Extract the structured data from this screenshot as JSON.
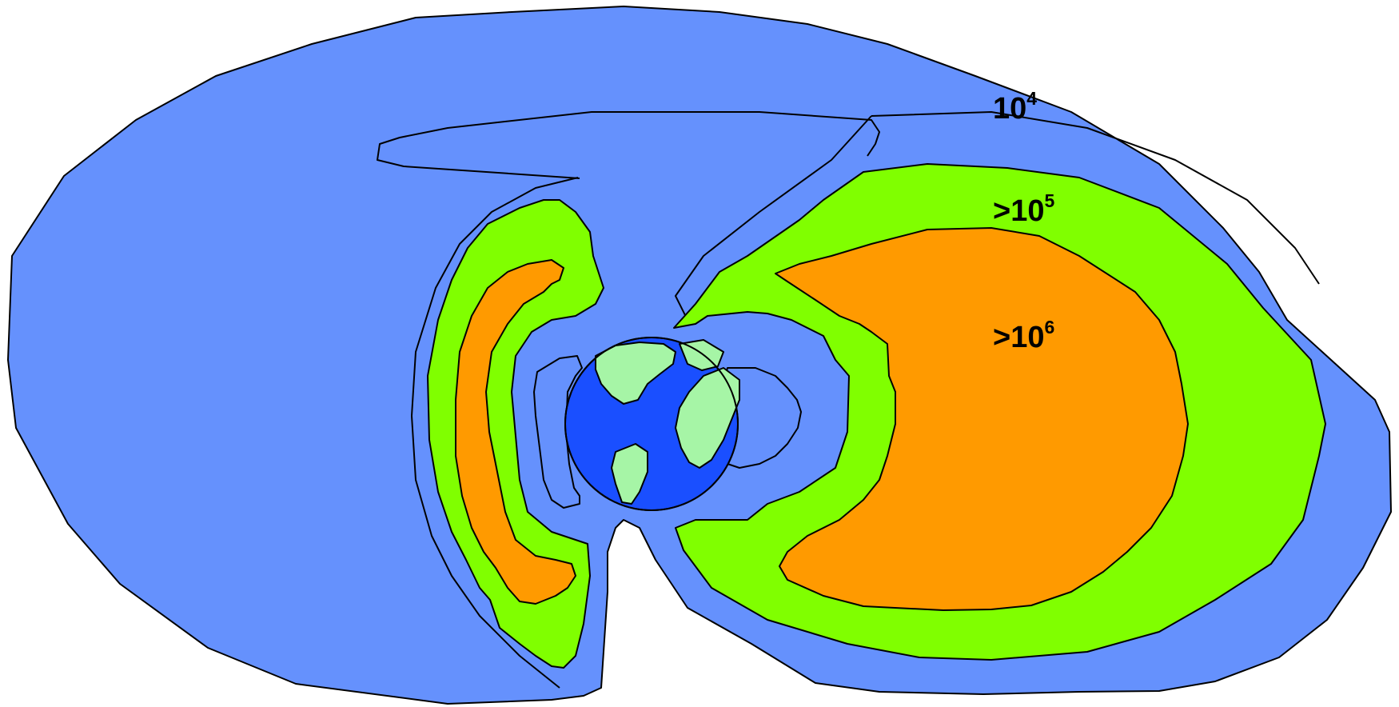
{
  "diagram": {
    "labels": {
      "outer": {
        "base": "10",
        "exp": "4"
      },
      "middle": {
        "base": ">10",
        "exp": "5"
      },
      "inner": {
        "base": ">10",
        "exp": "6"
      }
    },
    "colors": {
      "outer_zone": "#6591fd",
      "middle_zone": "#80ff00",
      "inner_zone": "#ff9a00",
      "earth_ocean": "#1a4fff",
      "earth_land": "#a6f5a6",
      "outline": "#000000",
      "background": "#ffffff"
    },
    "icons": [
      "earth-globe"
    ]
  }
}
